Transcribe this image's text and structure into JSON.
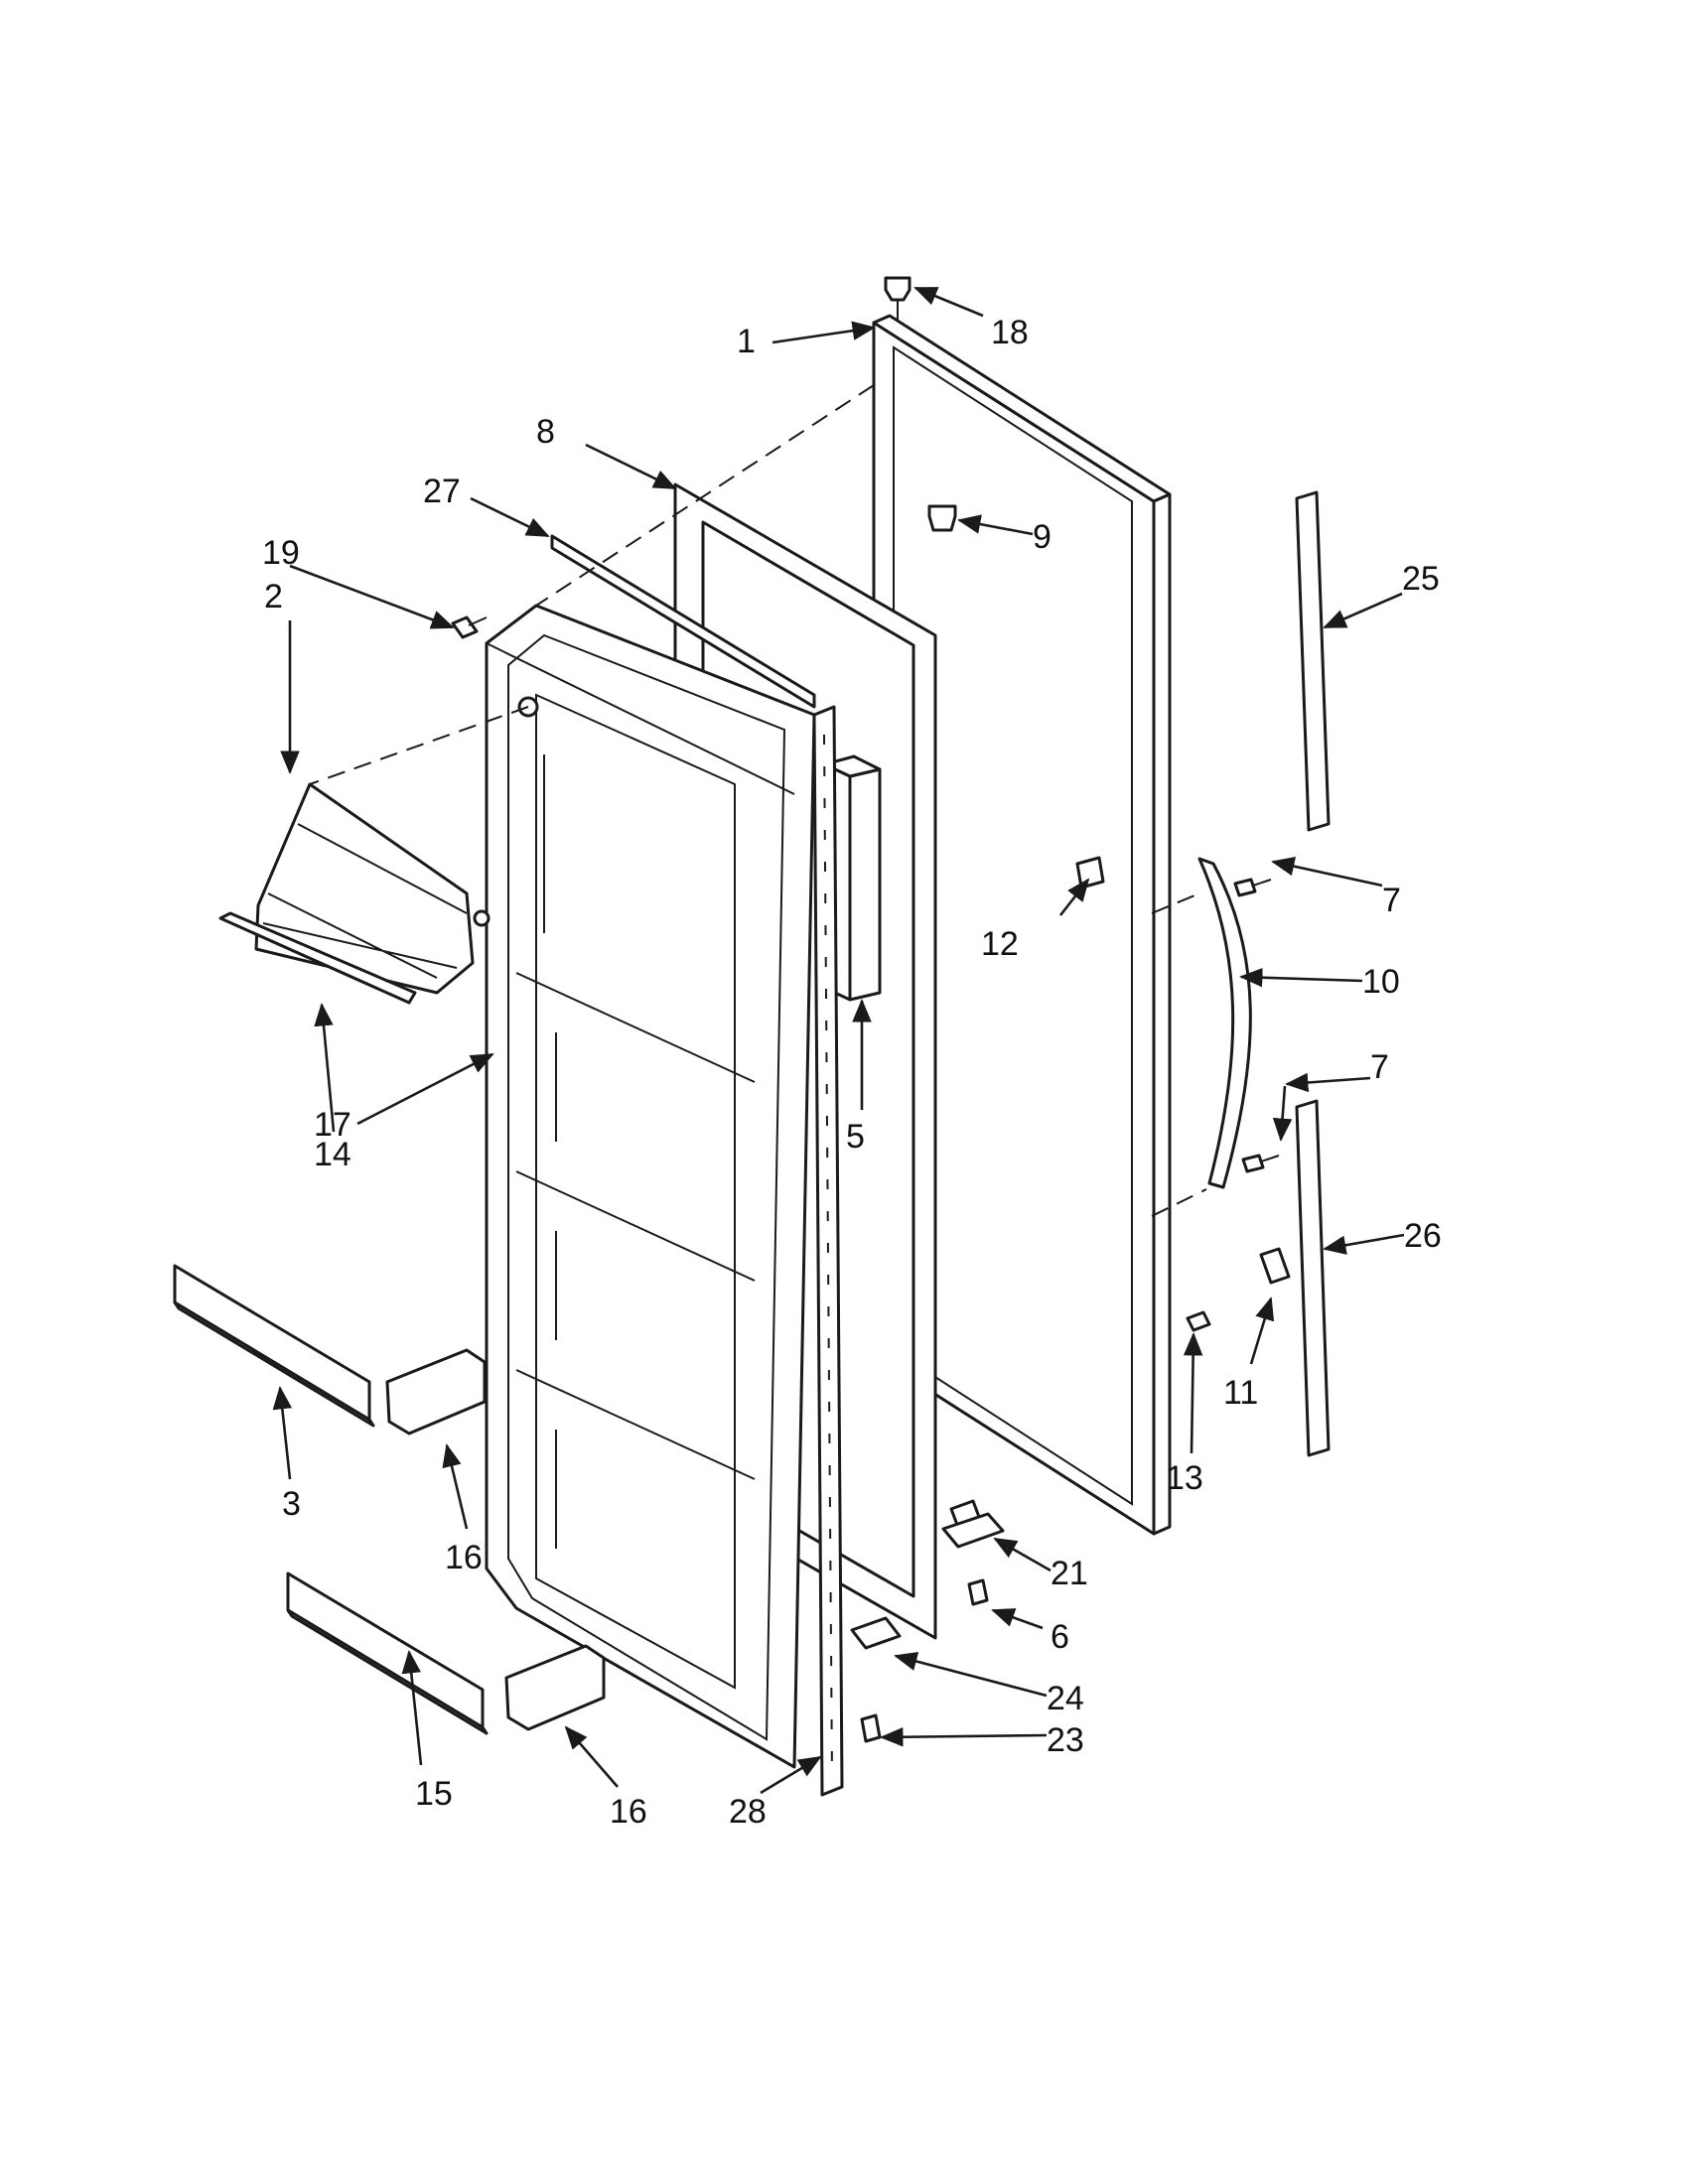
{
  "colors": {
    "ink": "#1a1a1a",
    "paper": "#ffffff"
  },
  "callouts": {
    "c1": "1",
    "c2": "2",
    "c3": "3",
    "c5": "5",
    "c6": "6",
    "c7a": "7",
    "c7b": "7",
    "c8": "8",
    "c9": "9",
    "c10": "10",
    "c11": "11",
    "c12": "12",
    "c13": "13",
    "c14": "14",
    "c15": "15",
    "c16a": "16",
    "c16b": "16",
    "c17": "17",
    "c18": "18",
    "c19": "19",
    "c21": "21",
    "c23": "23",
    "c24": "24",
    "c25": "25",
    "c26": "26",
    "c27": "27",
    "c28": "28"
  }
}
